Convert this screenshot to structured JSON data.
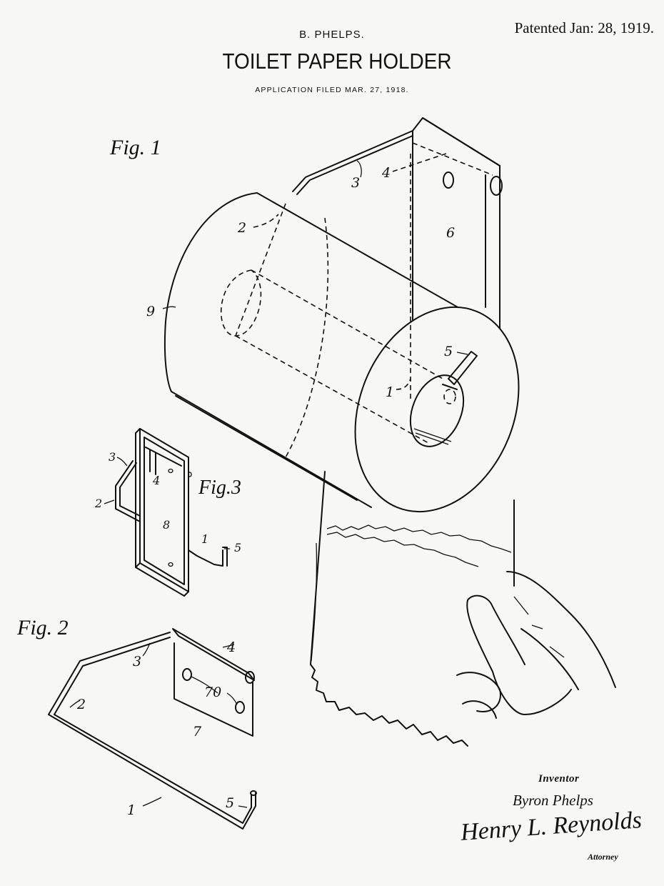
{
  "header": {
    "patented": "Patented Jan: 28, 1919.",
    "inventor": "B. PHELPS.",
    "title": "TOILET PAPER HOLDER",
    "filed": "APPLICATION FILED MAR. 27, 1918."
  },
  "figures": {
    "fig1": "Fig. 1",
    "fig2": "Fig. 2",
    "fig3": "Fig.3"
  },
  "fig1_labels": [
    "3",
    "4",
    "2",
    "6",
    "9",
    "5",
    "1"
  ],
  "fig2_labels": [
    "4",
    "3",
    "70",
    "2",
    "7",
    "1",
    "5"
  ],
  "fig3_labels": [
    "3",
    "4",
    "2",
    "8",
    "1",
    "5"
  ],
  "signatures": {
    "inventor_label": "Inventor",
    "inventor_name": "Byron Phelps",
    "attorney_name": "Henry L. Reynolds",
    "attorney_label": "Attorney"
  }
}
